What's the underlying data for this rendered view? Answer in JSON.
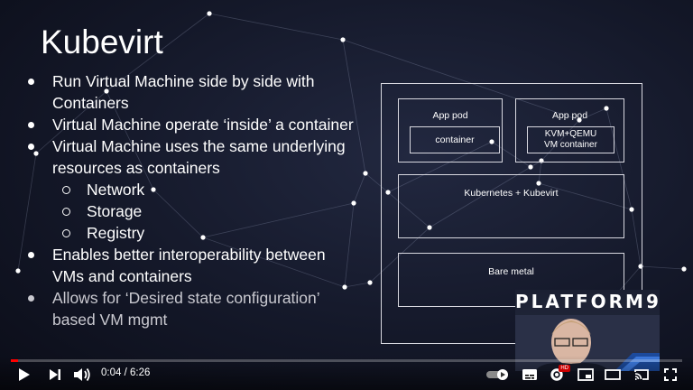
{
  "slide": {
    "title": "Kubevirt",
    "bullets": [
      {
        "text": "Run Virtual Machine side by side with Containers",
        "level": 1
      },
      {
        "text": "Virtual Machine operate ‘inside’ a container",
        "level": 1
      },
      {
        "text": "Virtual Machine uses the same underlying resources as containers",
        "level": 1
      },
      {
        "text": "Network",
        "level": 2
      },
      {
        "text": "Storage",
        "level": 2
      },
      {
        "text": "Registry",
        "level": 2
      },
      {
        "text": "Enables better interoperability between VMs and containers",
        "level": 1
      },
      {
        "text": "Allows for ‘Desired state configuration’ based VM mgmt",
        "level": 1
      }
    ],
    "diagram": {
      "app_pod_1": "App pod",
      "container_1": "container",
      "app_pod_2": "App pod",
      "container_2_line1": "KVM+QEMU",
      "container_2_line2": "VM container",
      "kubernetes_layer": "Kubernetes + Kubevirt",
      "bare_metal_layer": "Bare metal"
    }
  },
  "webcam": {
    "brand": "PLATFORM9",
    "brand_color": "#ffffff"
  },
  "player": {
    "current_time": "0:04",
    "separator": " / ",
    "duration": "6:26",
    "progress_fraction": 0.0104,
    "accent_color": "#ff0000",
    "icons": [
      "play-icon",
      "next-icon",
      "volume-icon",
      "autoplay-toggle-icon",
      "subtitles-icon",
      "settings-icon",
      "miniplayer-icon",
      "theater-icon",
      "cast-icon",
      "fullscreen-icon"
    ]
  }
}
